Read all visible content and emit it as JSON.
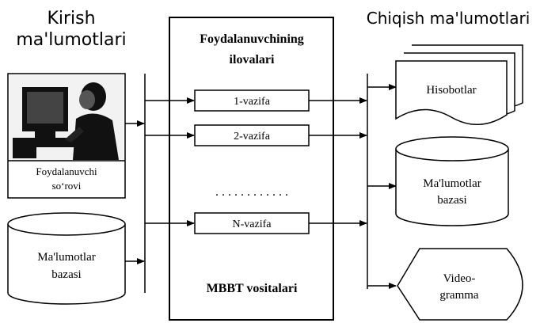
{
  "input": {
    "title_line1": "Kirish",
    "title_line2": "ma'lumotlari",
    "user_request_line1": "Foydalanuvchi",
    "user_request_line2": "so‘rovi",
    "database_line1": "Ma'lumotlar",
    "database_line2": "bazasi"
  },
  "center": {
    "title_line1": "Foydalanuvchining",
    "title_line2": "ilovalari",
    "task1": "1-vazifa",
    "task2": "2-vazifa",
    "ellipsis": ". . . . . . . . . . . .",
    "taskN": "N-vazifa",
    "footer": "MBBT vositalari"
  },
  "output": {
    "title": "Chiqish ma'lumotlari",
    "reports": "Hisobotlar",
    "database_line1": "Ma'lumotlar",
    "database_line2": "bazasi",
    "videogram_line1": "Video-",
    "videogram_line2": "gramma"
  },
  "colors": {
    "stroke": "#000000",
    "background": "#ffffff",
    "photo_bg": "#f2f2f2"
  }
}
